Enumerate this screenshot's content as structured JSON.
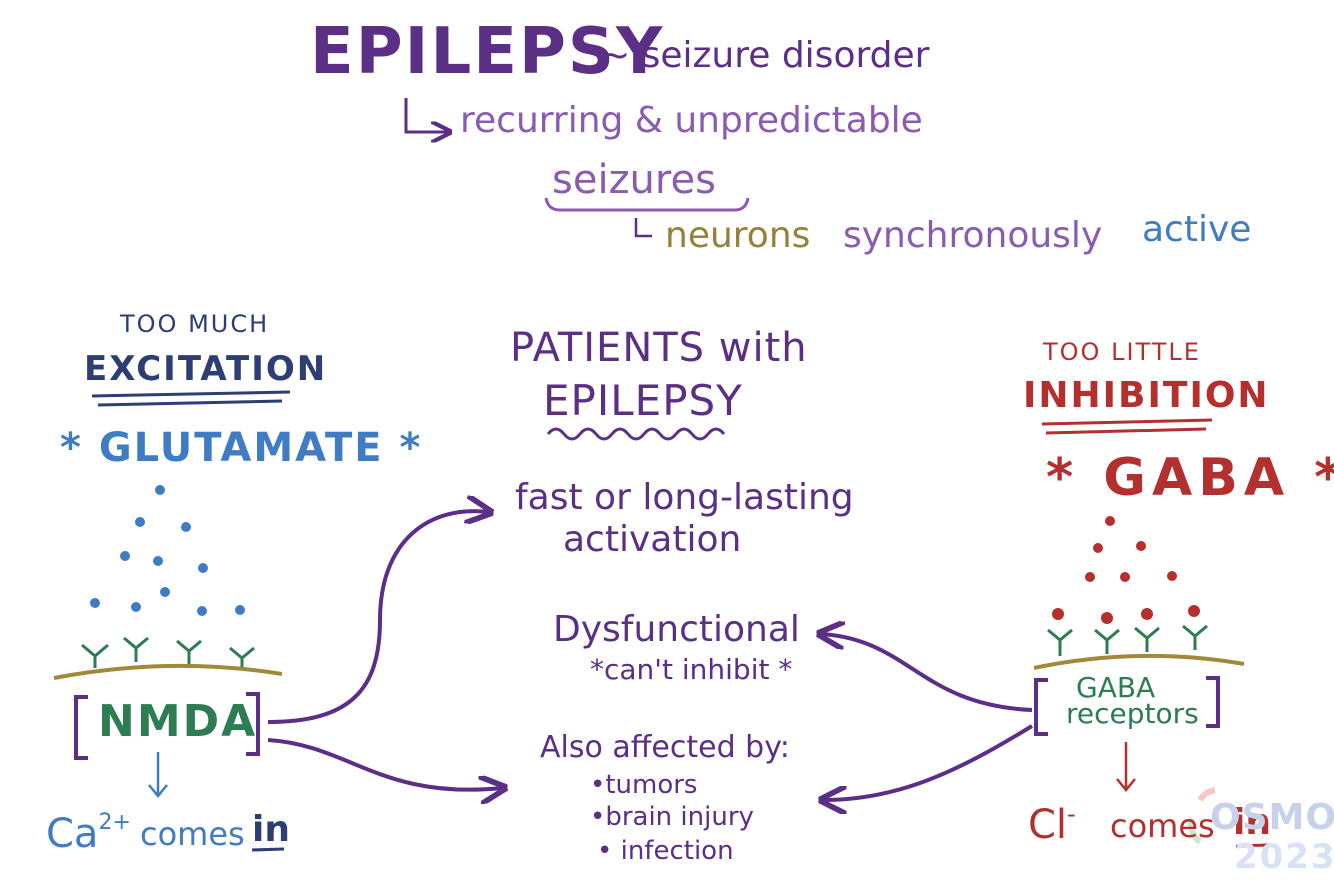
{
  "title": "EPILEPSY",
  "subtitle": "~ seizure disorder",
  "recurring": "recurring & unpredictable",
  "seizures": "seizures",
  "neurons_word": "neurons",
  "synch_word": "synchronously",
  "active_word": "active",
  "left": {
    "too_much": "TOO MUCH",
    "excitation": "EXCITATION",
    "glutamate": "* GLUTAMATE *",
    "receptor": "NMDA",
    "ion": "Ca",
    "ion_charge": "2+",
    "comes": "comes",
    "in_word": "in"
  },
  "center": {
    "patients_line1": "PATIENTS with",
    "patients_line2": "EPILEPSY",
    "fast": "fast or long-lasting",
    "activation": "activation",
    "dysfunctional": "Dysfunctional",
    "cant": "*can't inhibit *",
    "also": "Also affected by:",
    "bullets": [
      "•tumors",
      "•brain injury",
      "• infection"
    ]
  },
  "right": {
    "too_little": "TOO LITTLE",
    "inhibition": "INHIBITION",
    "gaba": "* GABA *",
    "receptor_line1": "GABA",
    "receptor_line2": "receptors",
    "ion": "Cl",
    "ion_charge": "-",
    "comes": "comes",
    "in_word": "in"
  },
  "logo": {
    "name": "OSMOS",
    "year": "2023"
  },
  "colors": {
    "purple": "#5b2f86",
    "lilac": "#8a5bb0",
    "blue": "#3f7cc4",
    "olive": "#94823a",
    "red": "#b3302e",
    "green": "#2e7d52",
    "navy": "#2c3e72",
    "membrane": "#a08a3a"
  }
}
